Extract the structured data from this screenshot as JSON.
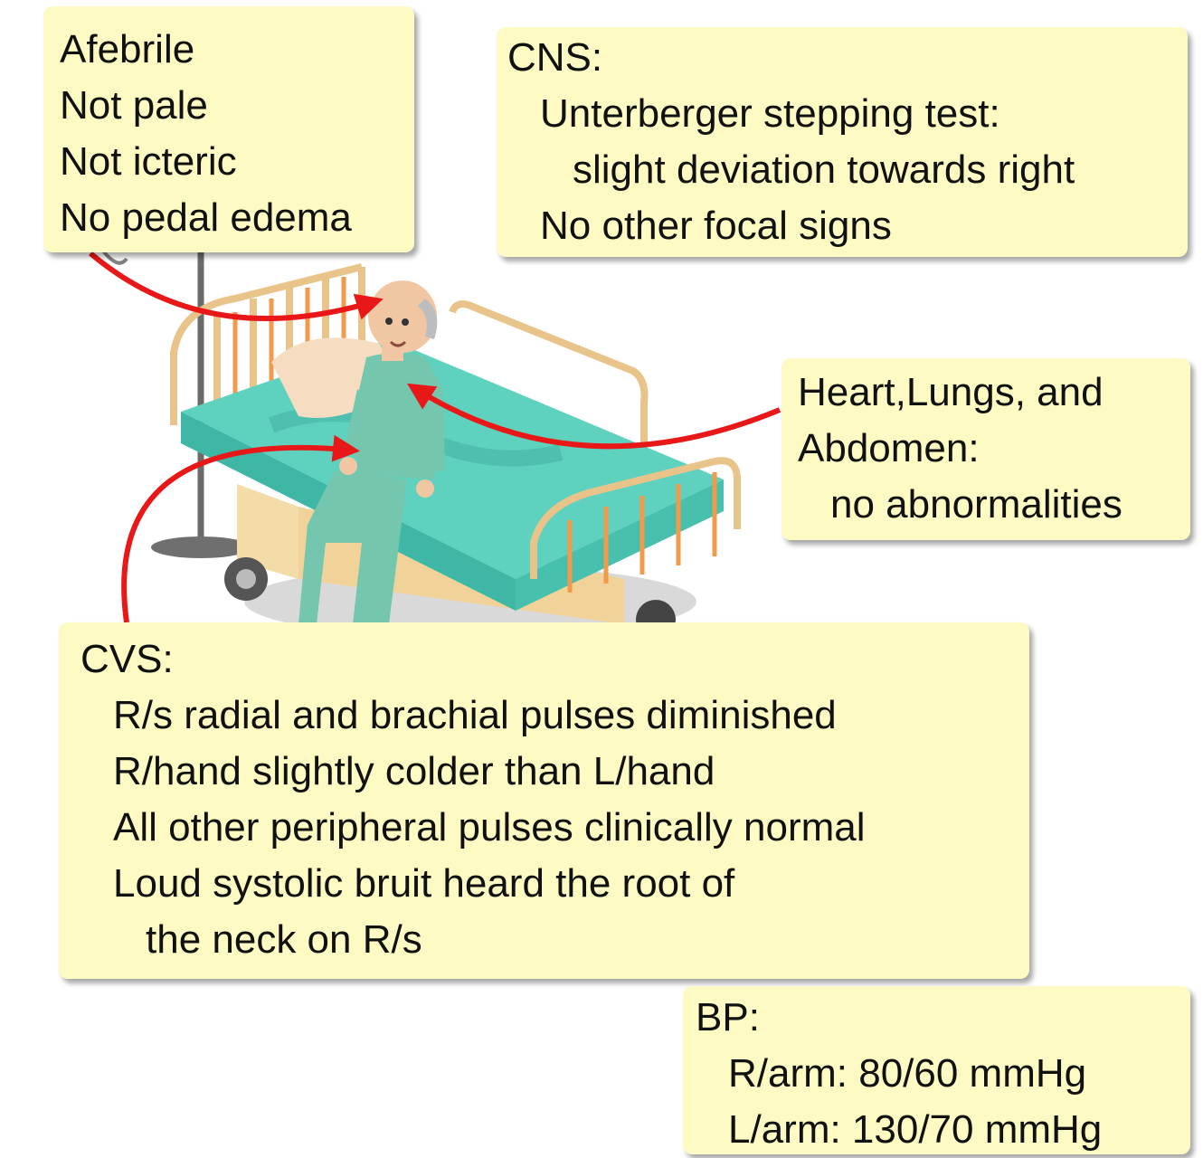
{
  "colors": {
    "box_fill": "#fdfbc3",
    "arrow": "#e81818",
    "sheet": "#5fd1bf",
    "bed_frame": "#f4dca8",
    "gown": "#74c7ae"
  },
  "illustration": {
    "subject": "elderly patient sitting on hospital bed",
    "icons": [
      "patient-icon",
      "hospital-bed-icon",
      "iv-stand-icon"
    ]
  },
  "general": {
    "lines": [
      "Afebrile",
      "Not pale",
      "Not icteric",
      "No pedal edema"
    ]
  },
  "cns": {
    "heading": "CNS:",
    "line1": "Unterberger stepping test:",
    "line2": "slight deviation towards right",
    "line3": "No other focal signs"
  },
  "heart_lungs": {
    "line1": "Heart,Lungs, and",
    "line2": "Abdomen:",
    "line3": "no abnormalities"
  },
  "cvs": {
    "heading": "CVS:",
    "lines": [
      "R/s radial and brachial pulses diminished",
      "R/hand slightly colder than L/hand",
      "All other peripheral pulses clinically normal",
      "Loud systolic bruit heard the root of"
    ],
    "continuation": "the neck on R/s"
  },
  "bp": {
    "heading": "BP:",
    "right_arm": "R/arm: 80/60 mmHg",
    "left_arm": "L/arm: 130/70 mmHg"
  }
}
